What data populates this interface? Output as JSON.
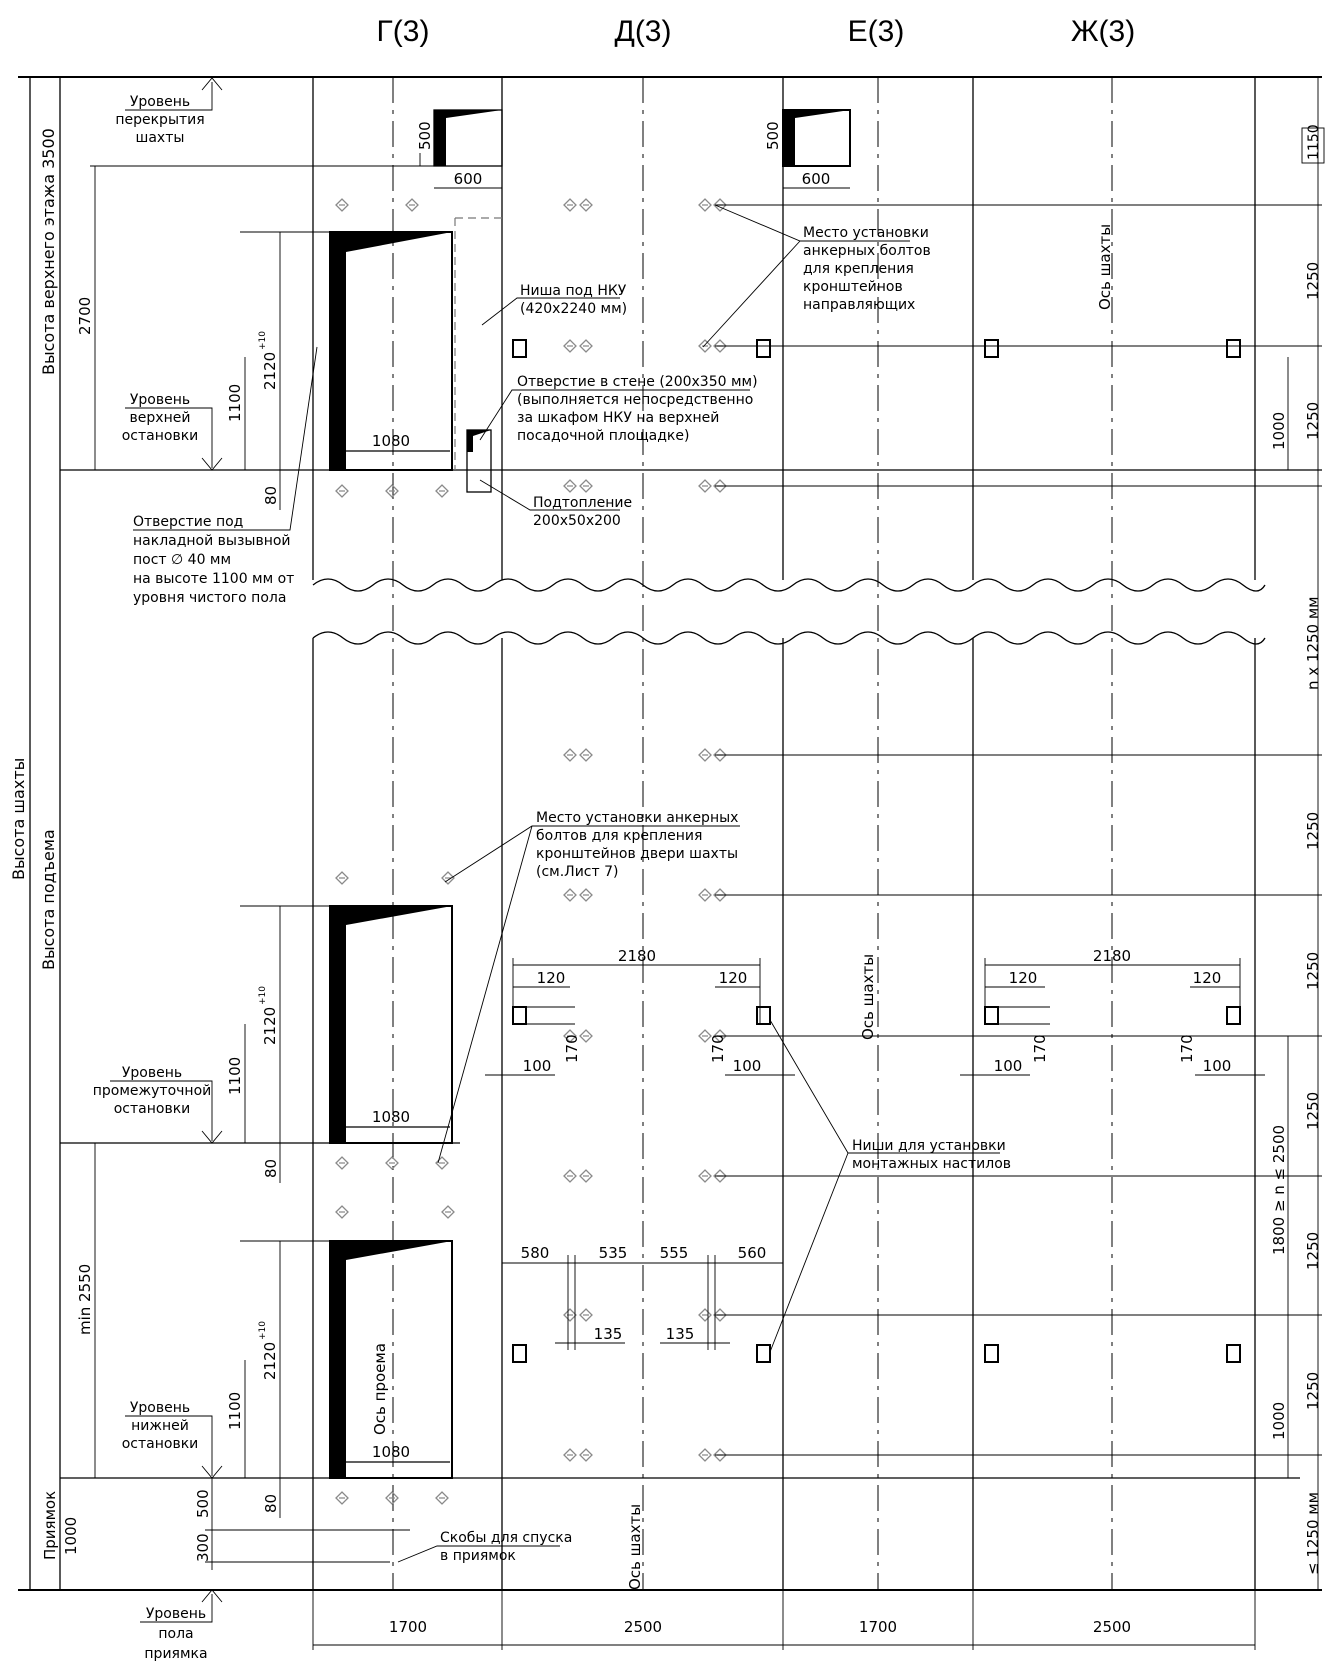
{
  "axes": {
    "g": "Г(3)",
    "d": "Д(3)",
    "e": "Е(3)",
    "zh": "Ж(3)"
  },
  "left_labels": {
    "shaft_height": "Высота шахты",
    "lift_height": "Высота подъема",
    "top_floor_height": "Высота верхнего этажа 3500",
    "pit": "Приямок",
    "pit_value": "1000"
  },
  "levels": {
    "shaft_ceiling": [
      "Уровень",
      "перекрытия",
      "шахты"
    ],
    "top_stop": [
      "Уровень",
      "верхней",
      "остановки"
    ],
    "middle_stop": [
      "Уровень",
      "промежуточной",
      "остановки"
    ],
    "bottom_stop": [
      "Уровень",
      "нижней",
      "остановки"
    ],
    "pit_floor": [
      "Уровень",
      "пола",
      "приямка"
    ]
  },
  "notes": {
    "niche_nku": [
      "Ниша под НКУ",
      "(420х2240 мм)"
    ],
    "wall_hole": [
      "Отверстие в стене (200х350 мм)",
      "(выполняется непосредственно",
      "за шкафом НКУ на верхней",
      "посадочной площадке)"
    ],
    "recess": [
      "Подтопление",
      "200х50х200"
    ],
    "call_post": [
      "Отверстие под",
      "накладной вызывной",
      "пост ∅ 40 мм",
      "на высоте 1100 мм от",
      "уровня чистого пола"
    ],
    "guide_anchors": [
      "Место установки",
      "анкерных болтов",
      "для крепления",
      "кронштейнов",
      "направляющих"
    ],
    "door_anchors": [
      "Место установки анкерных",
      "болтов для крепления",
      "кронштейнов двери шахты",
      "(см.Лист 7)"
    ],
    "scaffold_niches": [
      "Ниши для установки",
      "монтажных настилов"
    ],
    "pit_brackets": [
      "Скобы для спуска",
      "в приямок"
    ],
    "shaft_axis": "Ось шахты",
    "opening_axis": "Ось проема"
  },
  "dims": {
    "d500": "500",
    "d600": "600",
    "d2700": "2700",
    "d1100": "1100",
    "d2120": "2120",
    "tol": "+10",
    "d1080": "1080",
    "d80": "80",
    "d1150": "1150",
    "d1250": "1250",
    "d1000": "1000",
    "n1250": "n х 1250 мм",
    "range": "1800 ≥ n ≤ 2500",
    "le1250": "≤ 1250 мм",
    "min2550": "min 2550",
    "d2180": "2180",
    "d120": "120",
    "d100": "100",
    "d170": "170",
    "d580": "580",
    "d535": "535",
    "d555": "555",
    "d560": "560",
    "d135": "135",
    "d300": "300",
    "d1700": "1700",
    "d2500": "2500"
  }
}
